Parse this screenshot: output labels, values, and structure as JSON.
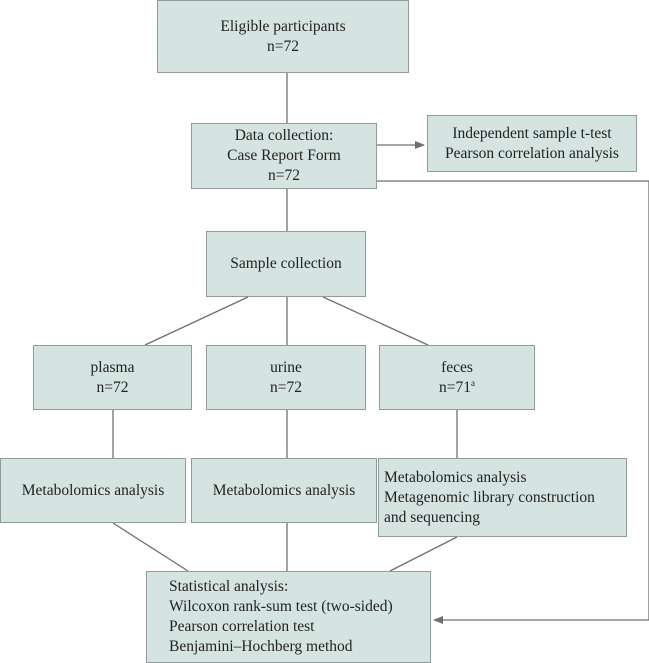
{
  "boxes": {
    "eligible": {
      "line1": "Eligible participants",
      "line2": "n=72"
    },
    "data_collection": {
      "line1": "Data collection:",
      "line2": "Case Report Form",
      "line3": "n=72"
    },
    "t_test": {
      "line1": "Independent sample t-test",
      "line2": "Pearson correlation analysis"
    },
    "sample_collection": {
      "line1": "Sample collection"
    },
    "plasma": {
      "line1": "plasma",
      "line2": "n=72"
    },
    "urine": {
      "line1": "urine",
      "line2": "n=72"
    },
    "feces": {
      "line1": "feces",
      "line2": "n=71",
      "superscript": "a"
    },
    "metabolomics_plasma": {
      "line1": "Metabolomics analysis"
    },
    "metabolomics_urine": {
      "line1": "Metabolomics analysis"
    },
    "feces_analysis": {
      "line1": "Metabolomics analysis",
      "line2": "Metagenomic library construction",
      "line3": "and sequencing"
    },
    "statistical": {
      "line1": "Statistical analysis:",
      "line2": "Wilcoxon rank-sum test (two-sided)",
      "line3": "Pearson correlation test",
      "line4": "Benjamini–Hochberg method"
    }
  },
  "colors": {
    "box_fill": "#d6e4e1",
    "box_border": "#8f9c99",
    "connector": "#6f6f6f"
  }
}
